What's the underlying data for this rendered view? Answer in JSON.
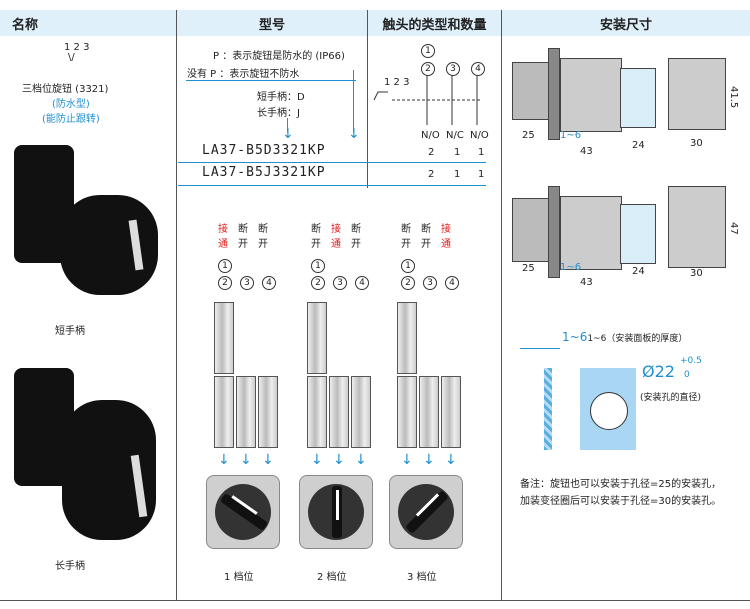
{
  "headers": {
    "col1": "名称",
    "col2": "型号",
    "col3": "触头的类型和数量",
    "col4": "安装尺寸"
  },
  "col1": {
    "positions": "1 2 3",
    "name": "三档位旋钮 (3321)",
    "waterproof": "(防水型)",
    "no_rotate": "(能防止跟转)",
    "short_handle": "短手柄",
    "long_handle": "长手柄"
  },
  "model": {
    "p_note": "P ：表示旋钮是防水的 (IP66)",
    "nop_note": "没有 P ：表示旋钮不防水",
    "short_code": "短手柄：D",
    "long_code": "长手柄：J",
    "model1": "LA37-B5D3321KP",
    "model2": "LA37-B5J3321KP"
  },
  "contacts": {
    "circles": [
      "1",
      "2",
      "3",
      "4"
    ],
    "diagram_positions": "1 2 3",
    "types": [
      "N/O",
      "N/C",
      "N/O"
    ],
    "row1": [
      "2",
      "1",
      "1"
    ],
    "row2": [
      "2",
      "1",
      "1"
    ]
  },
  "states": [
    {
      "labels": [
        [
          "接",
          "通"
        ],
        [
          "断",
          "开"
        ],
        [
          "断",
          "开"
        ]
      ],
      "active": [
        0
      ],
      "position": "1 档位"
    },
    {
      "labels": [
        [
          "断",
          "开"
        ],
        [
          "接",
          "通"
        ],
        [
          "断",
          "开"
        ]
      ],
      "active": [
        1
      ],
      "position": "2 档位"
    },
    {
      "labels": [
        [
          "断",
          "开"
        ],
        [
          "断",
          "开"
        ],
        [
          "接",
          "通"
        ]
      ],
      "active": [
        2
      ],
      "position": "3 档位"
    }
  ],
  "mount": {
    "dims_top": {
      "d25": "25",
      "d1_6": "1~6",
      "d43": "43",
      "d24": "24",
      "d30": "30",
      "d41_5": "41.5"
    },
    "dims_bottom": {
      "d25": "25",
      "d1_6": "1~6",
      "d43": "43",
      "d24": "24",
      "d30": "30",
      "d47": "47"
    },
    "panel_thick": "1~6（安装面板的厚度）",
    "hole": "Ø22",
    "tol_plus": "+0.5",
    "tol_zero": "0",
    "hole_note": "(安装孔的直径)",
    "remark": "备注：旋钮也可以安装于孔径=25的安装孔，加装变径圈后可以安装于孔径=30的安装孔。"
  },
  "colors": {
    "header": "#dff0fb",
    "accent": "#1e8fd0",
    "red": "#e02020"
  }
}
